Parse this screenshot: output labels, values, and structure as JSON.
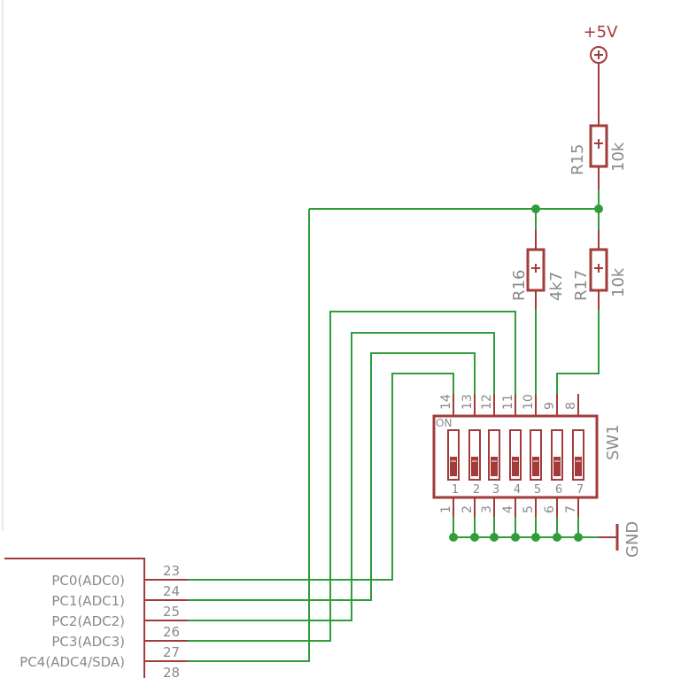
{
  "power": {
    "label": "+5V"
  },
  "ground": {
    "label": "GND"
  },
  "resistors": [
    {
      "name": "R15",
      "value": "10k"
    },
    {
      "name": "R16",
      "value": "4k7"
    },
    {
      "name": "R17",
      "value": "10k"
    }
  ],
  "switch": {
    "name": "SW1",
    "on_label": "ON",
    "top_pins": [
      "14",
      "13",
      "12",
      "11",
      "10",
      "9",
      "8"
    ],
    "bottom_pins": [
      "1",
      "2",
      "3",
      "4",
      "5",
      "6",
      "7"
    ],
    "positions": [
      "1",
      "2",
      "3",
      "4",
      "5",
      "6",
      "7"
    ]
  },
  "mcu": {
    "pins": [
      {
        "name": "PC0(ADC0)",
        "number": "23"
      },
      {
        "name": "PC1(ADC1)",
        "number": "24"
      },
      {
        "name": "PC2(ADC2)",
        "number": "25"
      },
      {
        "name": "PC3(ADC3)",
        "number": "26"
      },
      {
        "name": "PC4(ADC4/SDA)",
        "number": "27"
      },
      {
        "name": "",
        "number": "28"
      }
    ]
  }
}
